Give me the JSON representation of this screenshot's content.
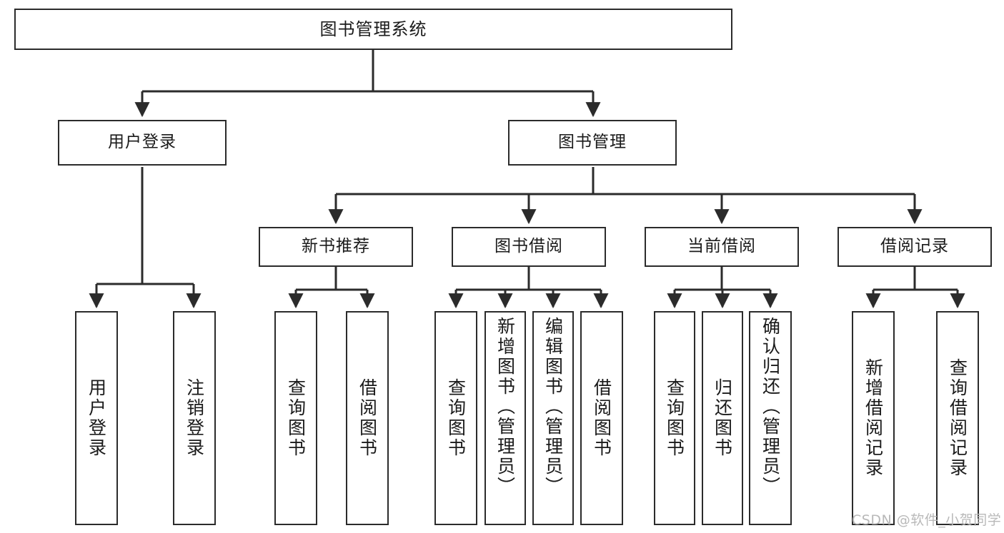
{
  "diagram": {
    "type": "tree",
    "title": "图书管理系统",
    "nodes": {
      "root": {
        "label": "图书管理系统"
      },
      "user_login": {
        "label": "用户登录"
      },
      "book_manage": {
        "label": "图书管理"
      },
      "new_book_rec": {
        "label": "新书推荐"
      },
      "book_borrow": {
        "label": "图书借阅"
      },
      "current_borrow": {
        "label": "当前借阅"
      },
      "borrow_record": {
        "label": "借阅记录"
      },
      "leaf_user_login": {
        "label": "用户登录"
      },
      "leaf_user_logout": {
        "label": "注销登录"
      },
      "leaf_query_book_1": {
        "label": "查询图书"
      },
      "leaf_borrow_book_1": {
        "label": "借阅图书"
      },
      "leaf_query_book_2": {
        "label": "查询图书"
      },
      "leaf_add_book": {
        "label": "新增图书（管理员）"
      },
      "leaf_edit_book": {
        "label": "编辑图书（管理员）"
      },
      "leaf_borrow_book_2": {
        "label": "借阅图书"
      },
      "leaf_query_book_3": {
        "label": "查询图书"
      },
      "leaf_return_book": {
        "label": "归还图书"
      },
      "leaf_confirm_return": {
        "label": "确认归还（管理员）"
      },
      "leaf_add_record": {
        "label": "新增借阅记录"
      },
      "leaf_query_record": {
        "label": "查询借阅记录"
      }
    },
    "edges": [
      {
        "from": "root",
        "to": "user_login"
      },
      {
        "from": "root",
        "to": "book_manage"
      },
      {
        "from": "user_login",
        "to": "leaf_user_login"
      },
      {
        "from": "user_login",
        "to": "leaf_user_logout"
      },
      {
        "from": "book_manage",
        "to": "new_book_rec"
      },
      {
        "from": "book_manage",
        "to": "book_borrow"
      },
      {
        "from": "book_manage",
        "to": "current_borrow"
      },
      {
        "from": "book_manage",
        "to": "borrow_record"
      },
      {
        "from": "new_book_rec",
        "to": "leaf_query_book_1"
      },
      {
        "from": "new_book_rec",
        "to": "leaf_borrow_book_1"
      },
      {
        "from": "book_borrow",
        "to": "leaf_query_book_2"
      },
      {
        "from": "book_borrow",
        "to": "leaf_add_book"
      },
      {
        "from": "book_borrow",
        "to": "leaf_edit_book"
      },
      {
        "from": "book_borrow",
        "to": "leaf_borrow_book_2"
      },
      {
        "from": "current_borrow",
        "to": "leaf_query_book_3"
      },
      {
        "from": "current_borrow",
        "to": "leaf_return_book"
      },
      {
        "from": "current_borrow",
        "to": "leaf_confirm_return"
      },
      {
        "from": "borrow_record",
        "to": "leaf_add_record"
      },
      {
        "from": "borrow_record",
        "to": "leaf_query_record"
      }
    ],
    "colors": {
      "stroke": "#2b2b2b",
      "fill": "#ffffff",
      "text": "#1a1a1a",
      "watermark": "#b9b9b9"
    }
  },
  "watermark": {
    "text": "CSDN @软件_小贺同学"
  }
}
